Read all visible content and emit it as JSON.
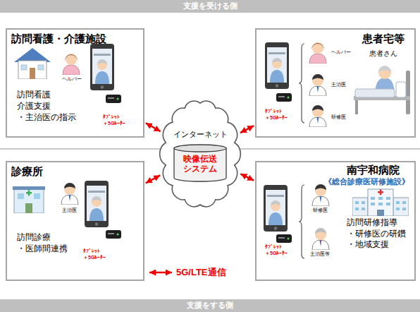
{
  "diagram": {
    "nodes": [
      {
        "text": [
          "支援を受ける側"
        ]
      },
      {
        "text": [
          "訪問看護・介護施設",
          "ヘルパー",
          "訪問看護 介護支援 ・主治医の指示",
          "ﾀﾌﾞﾚｯﾄ ＋5Gﾙｰﾀｰ"
        ]
      },
      {
        "text": [
          "患者宅等",
          "ヘルパー",
          "主治医",
          "研修医",
          "患者さん",
          "ﾀﾌﾞﾚｯﾄ ＋5Gﾙｰﾀｰ"
        ]
      },
      {
        "text": [
          "インターネット"
        ]
      },
      {
        "text": [
          "映像伝送 システム"
        ],
        "in": 3
      },
      {
        "text": [
          "診療所",
          "主治医",
          "訪問診療 ・医師間連携",
          "ﾀﾌﾞﾚｯﾄ ＋5Gﾙｰﾀｰ"
        ]
      },
      {
        "text": [
          "南宇和病院",
          "《総合診療医研修施設》",
          "研修医",
          "主治医等",
          "訪問研修指導 ・研修医の研鑽 ・地域支援",
          "ﾀﾌﾞﾚｯﾄ ＋5Gﾙｰﾀｰ"
        ]
      },
      {
        "text": [
          "支援をする側"
        ]
      }
    ],
    "edges": [
      {
        "from": 1,
        "to": 3,
        "arrow": "both"
      },
      {
        "from": 2,
        "to": 3,
        "arrow": "both"
      },
      {
        "from": 5,
        "to": 3,
        "arrow": "both"
      },
      {
        "from": 6,
        "to": 3,
        "arrow": "both"
      }
    ],
    "legend": [
      {
        "text": "5G/LTE通信"
      }
    ]
  }
}
